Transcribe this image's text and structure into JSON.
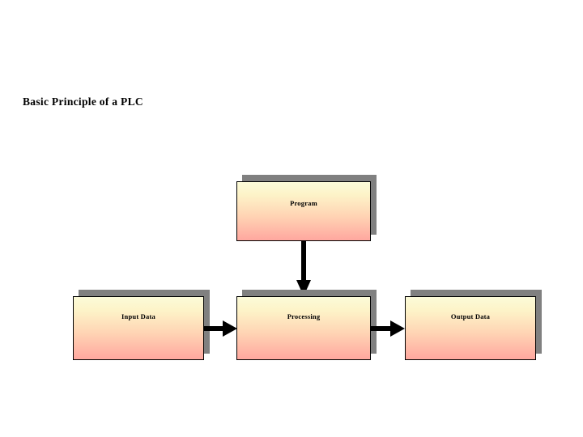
{
  "slide": {
    "title": "Basic Principle of a PLC",
    "background_color": "#ffffff"
  },
  "diagram": {
    "type": "flowchart",
    "style": {
      "box_gradient_top": "#fcfbd9",
      "box_gradient_bottom": "#ffa79f",
      "box_border_color": "#000000",
      "box_shadow_color": "#808080",
      "arrow_color": "#000000",
      "text_color": "#000000"
    },
    "nodes": [
      {
        "id": "program",
        "label": "Program"
      },
      {
        "id": "input",
        "label": "Input Data"
      },
      {
        "id": "processing",
        "label": "Processing"
      },
      {
        "id": "output",
        "label": "Output Data"
      }
    ],
    "edges": [
      {
        "from": "program",
        "to": "processing",
        "direction": "down"
      },
      {
        "from": "input",
        "to": "processing",
        "direction": "right"
      },
      {
        "from": "processing",
        "to": "output",
        "direction": "right"
      }
    ]
  }
}
